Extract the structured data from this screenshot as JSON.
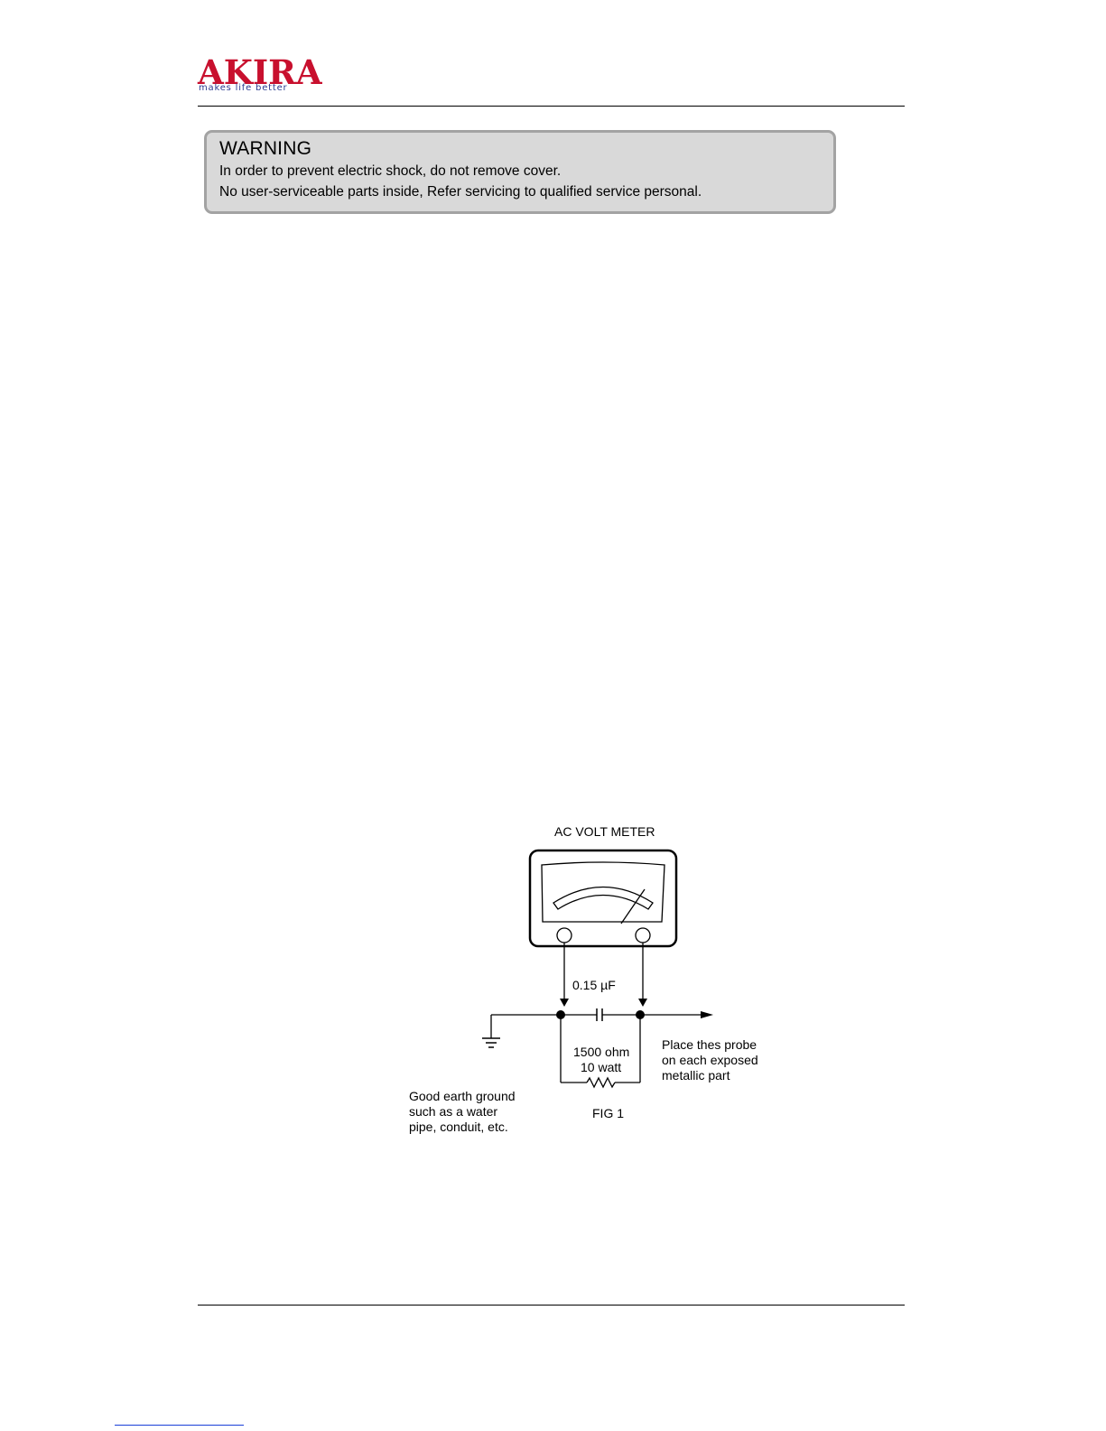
{
  "header": {
    "logo_word": "AKIRA",
    "logo_tagline": "makes life better",
    "brand_color": "#c8102e",
    "tagline_color": "#2b3a8f"
  },
  "warning": {
    "title": "WARNING",
    "lines": [
      "In order to prevent electric shock, do not remove cover.",
      "No user-serviceable parts inside, Refer servicing to qualified service personal."
    ]
  },
  "figure": {
    "meter_label": "AC VOLT METER",
    "capacitor_label": "0.15 µF",
    "resistor_label_1": "1500 ohm",
    "resistor_label_2": "10 watt",
    "probe_text": [
      "Place thes probe",
      "on each exposed",
      "metallic part"
    ],
    "ground_text": [
      "Good earth ground",
      "such as a water",
      "pipe, conduit, etc."
    ],
    "caption": "FIG 1"
  }
}
